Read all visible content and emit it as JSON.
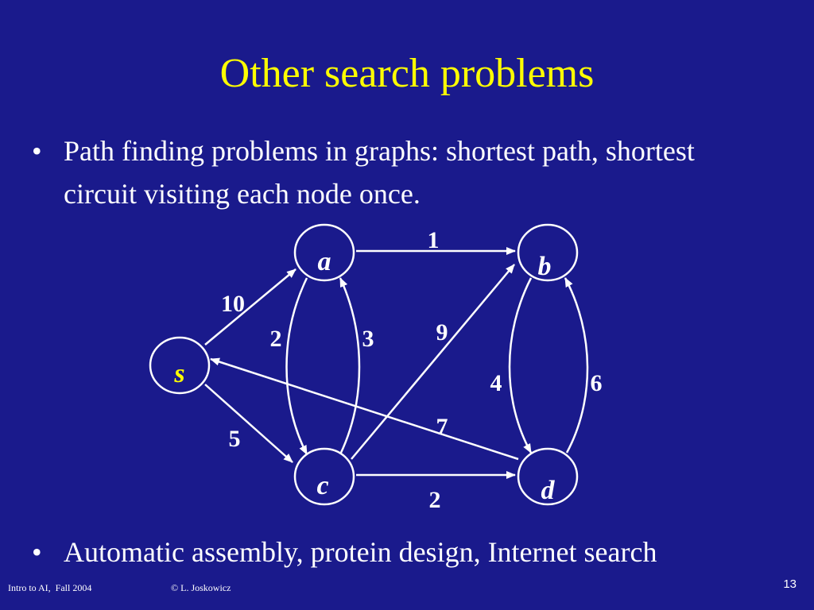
{
  "slide": {
    "title": "Other search problems",
    "bullets": [
      {
        "marker": "•",
        "text": "Path finding problems in graphs: shortest path, shortest circuit visiting each node once."
      },
      {
        "marker": "•",
        "text": "Automatic assembly, protein design, Internet search"
      }
    ]
  },
  "graph": {
    "nodes": [
      {
        "id": "s",
        "label": "s"
      },
      {
        "id": "a",
        "label": "a"
      },
      {
        "id": "b",
        "label": "b"
      },
      {
        "id": "c",
        "label": "c"
      },
      {
        "id": "d",
        "label": "d"
      }
    ],
    "edges": [
      {
        "from": "s",
        "to": "a",
        "weight": "10"
      },
      {
        "from": "s",
        "to": "c",
        "weight": "5"
      },
      {
        "from": "a",
        "to": "b",
        "weight": "1"
      },
      {
        "from": "a",
        "to": "c",
        "weight": "2"
      },
      {
        "from": "c",
        "to": "a",
        "weight": "3"
      },
      {
        "from": "c",
        "to": "b",
        "weight": "9"
      },
      {
        "from": "c",
        "to": "d",
        "weight": "2"
      },
      {
        "from": "b",
        "to": "d",
        "weight": "4"
      },
      {
        "from": "d",
        "to": "b",
        "weight": "6"
      },
      {
        "from": "d",
        "to": "s",
        "weight": "7"
      }
    ]
  },
  "footer": {
    "course": "Intro to AI,  Fall 2004",
    "author": "© L. Joskowicz",
    "page": "13"
  },
  "colors": {
    "background": "#1a1a8c",
    "title": "#ffff00",
    "text": "#ffffff",
    "source_label": "#ffff00"
  }
}
